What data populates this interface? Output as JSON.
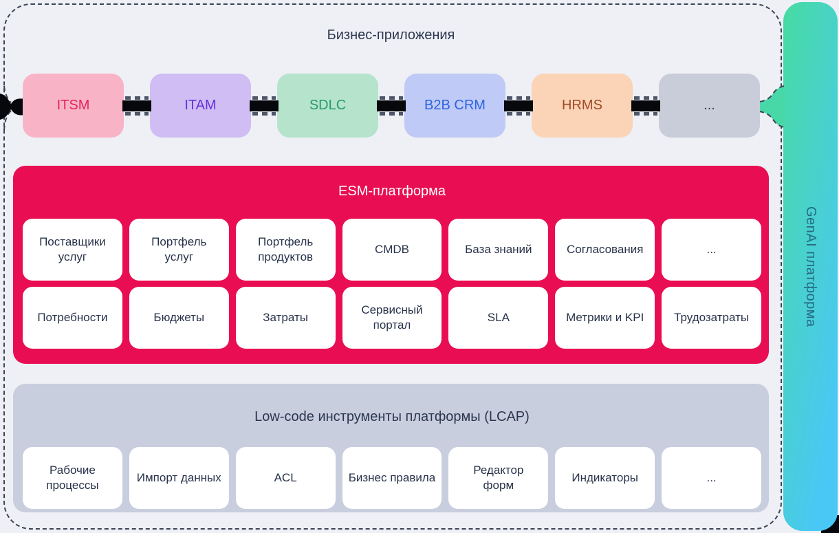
{
  "canvas": {
    "bg": "#eef0f5",
    "dashed_border_color": "#3b4456",
    "connector_color": "#07080c"
  },
  "business_apps": {
    "title": "Бизнес-приложения",
    "items": [
      {
        "label": "ITSM",
        "bg": "#f8b4c6",
        "color": "#e0245f"
      },
      {
        "label": "ITAM",
        "bg": "#cfbdf4",
        "color": "#6730d9"
      },
      {
        "label": "SDLC",
        "bg": "#b5e3cc",
        "color": "#279c68"
      },
      {
        "label": "B2B CRM",
        "bg": "#bfcaf6",
        "color": "#2c63de"
      },
      {
        "label": "HRMS",
        "bg": "#fbd3b6",
        "color": "#9e4b26"
      },
      {
        "label": "...",
        "bg": "#c9cdda",
        "color": "#333d51"
      }
    ]
  },
  "esm": {
    "title": "ESM-платформа",
    "bg": "#e90e53",
    "row1": [
      "Поставщики\nуслуг",
      "Портфель\nуслуг",
      "Портфель\nпродуктов",
      "CMDB",
      "База знаний",
      "Согласования",
      "..."
    ],
    "row2": [
      "Потребности",
      "Бюджеты",
      "Затраты",
      "Сервисный\nпортал",
      "SLA",
      "Метрики и KPI",
      "Трудозатраты"
    ]
  },
  "lcap": {
    "title": "Low-code инструменты платформы (LCAP)",
    "bg": "#c9cede",
    "items": [
      "Рабочие\nпроцессы",
      "Импорт данных",
      "ACL",
      "Бизнес правила",
      "Редактор\nформ",
      "Индикаторы",
      "..."
    ]
  },
  "genai": {
    "label": "GenAI платформа",
    "gradient_from": "#48dba2",
    "gradient_to": "#49c8f6",
    "text_color": "#266a82",
    "tab_color": "#48d8a8"
  }
}
